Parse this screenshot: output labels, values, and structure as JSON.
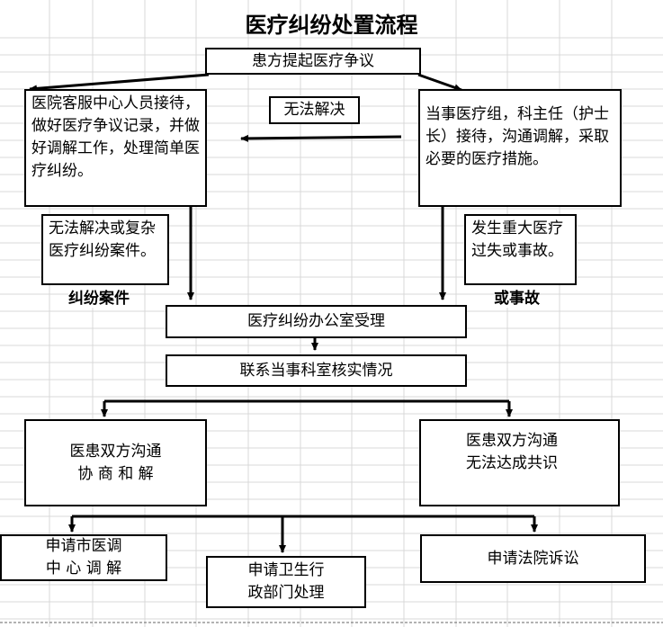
{
  "title": "医疗纠纷处置流程",
  "nodes": {
    "start": "患方提起医疗争议",
    "left_top": "医院客服中心人员接待，做好医疗争议记录，并做好调解工作，处理简单医疗纠纷。",
    "right_top": "当事医疗组，科主任（护士长）接待，沟通调解，采取必要的医疗措施。",
    "unresolved": "无法解决",
    "left_note": "无法解决或复杂医疗纠纷案件。",
    "left_label": "纠纷案件",
    "right_note": "发生重大医疗过失或事故。",
    "right_label": "或事故",
    "office": "医疗纠纷办公室受理",
    "verify": "联系当事科室核实情况",
    "negotiate_line1": "医患双方沟通",
    "negotiate_line2": "协 商 和 解",
    "no_consensus": "医患双方沟通无法达成共识",
    "mediation_line1": "申请市医调",
    "mediation_line2": "中 心 调 解",
    "health_dept_line1": "申请卫生行",
    "health_dept_line2": "政部门处理",
    "lawsuit": "申请法院诉讼"
  },
  "colors": {
    "line": "#000000",
    "grid": "#d9d9d9",
    "background": "#ffffff"
  }
}
